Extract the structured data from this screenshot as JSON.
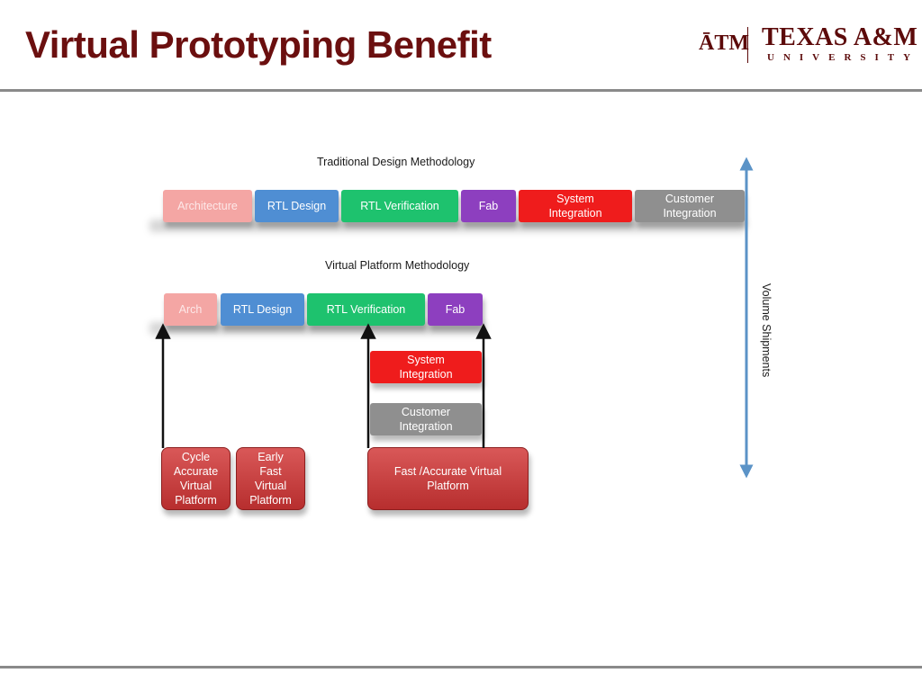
{
  "slide": {
    "title": "Virtual Prototyping Benefit"
  },
  "logo": {
    "mark": "ĀTM",
    "name": "TEXAS A&M",
    "sub": "UNIVERSITY"
  },
  "diagram": {
    "traditional": {
      "heading": "Traditional Design Methodology",
      "stages": [
        "Architecture",
        "RTL Design",
        "RTL Verification",
        "Fab",
        "System Integration",
        "Customer Integration"
      ]
    },
    "virtual": {
      "heading": "Virtual Platform Methodology",
      "stages": [
        "Arch",
        "RTL Design",
        "RTL Verification",
        "Fab"
      ],
      "parallel": [
        "System Integration",
        "Customer Integration"
      ],
      "platforms": [
        "Cycle Accurate Virtual Platform",
        "Early Fast Virtual Platform",
        "Fast /Accurate Virtual Platform"
      ]
    },
    "axis_label": "Volume Shipments",
    "colors": {
      "title": "#6b0f0f",
      "arch": "#f4a6a4",
      "rtl": "#4f8ed3",
      "verification": "#1ec26e",
      "fab": "#8d3fbf",
      "system": "#ef1c1c",
      "customer": "#8f8f8f",
      "platform": "#c94545",
      "axis_arrow": "#5b93c7"
    }
  }
}
